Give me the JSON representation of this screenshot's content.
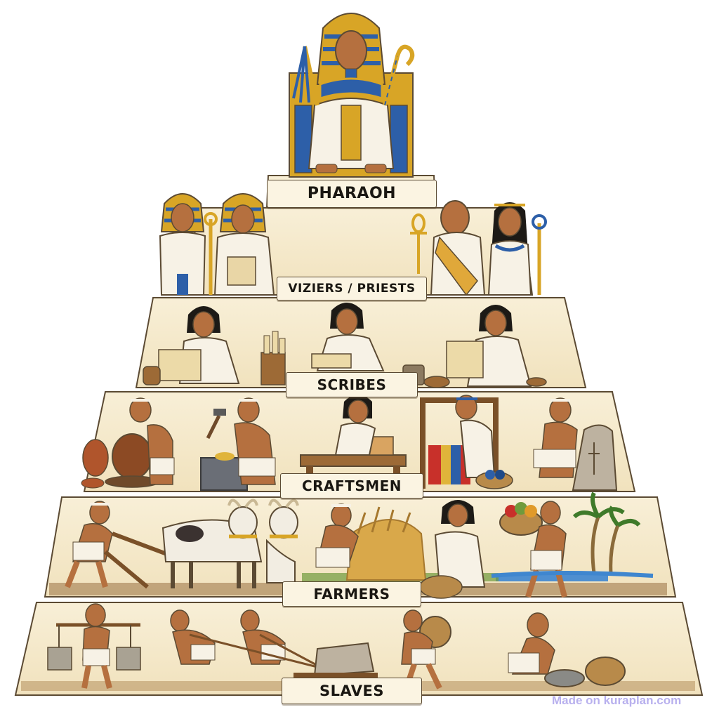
{
  "tiers": {
    "pharaoh": "PHARAOH",
    "viziers_priests": "VIZIERS / PRIESTS",
    "scribes": "SCRIBES",
    "craftsmen": "CRAFTSMEN",
    "farmers": "FARMERS",
    "slaves": "SLAVES"
  },
  "watermark": "Made on kuraplan.com",
  "colors": {
    "background": "#ffffff",
    "pyramid_fill": "#f6ecd2",
    "pyramid_step_face": "#ecdcb4",
    "outline": "#5b4a33",
    "label_fill": "#fbf4e2",
    "gold": "#d8a526",
    "lapis_blue": "#2d5fa8",
    "skin": "#b5703f",
    "linen": "#f7f2e6",
    "watermark": "#b8b0ee"
  },
  "icons": {
    "pharaoh_tier": [
      "pharaoh-on-throne-icon",
      "crook-icon",
      "flail-icon"
    ],
    "viziers_priests_tier": [
      "vizier-icon",
      "vizier-with-scroll-icon",
      "priest-with-ankh-icon",
      "priestess-icon"
    ],
    "scribes_tier": [
      "scribe-writing-icon",
      "scroll-jar-icon",
      "ink-pot-icon"
    ],
    "craftsmen_tier": [
      "potter-icon",
      "metalworker-icon",
      "carpenter-icon",
      "weaver-icon",
      "stone-carver-icon"
    ],
    "farmers_tier": [
      "plowman-icon",
      "oxen-icon",
      "wheat-harvester-icon",
      "basket-carrier-icon",
      "palm-trees-icon",
      "irrigation-canal-icon"
    ],
    "slaves_tier": [
      "yoke-carrier-icon",
      "stone-hauler-icon",
      "basket-porter-icon",
      "grain-grinder-icon"
    ]
  }
}
